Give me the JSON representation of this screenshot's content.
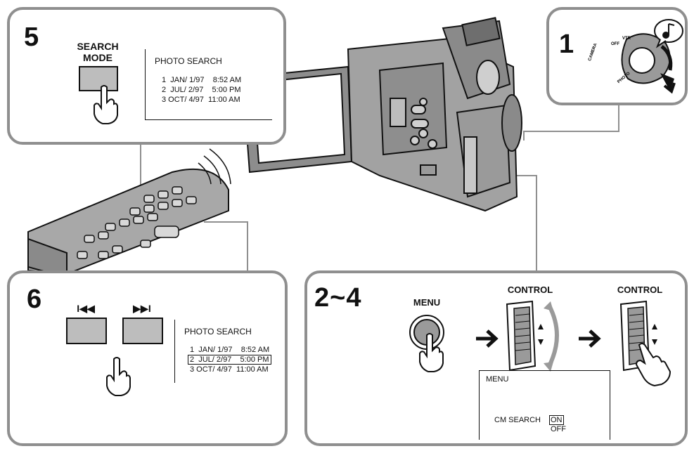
{
  "steps": {
    "s1": "1",
    "s5": "5",
    "s6": "6",
    "s24": "2~4"
  },
  "labels": {
    "search_mode_line1": "SEARCH",
    "search_mode_line2": "MODE",
    "menu": "MENU",
    "control_1": "CONTROL",
    "control_2": "CONTROL",
    "prev_symbol": "I◀◀",
    "next_symbol": "▶▶I"
  },
  "dial_labels": {
    "camera": "CAMERA",
    "off": "OFF",
    "vtr": "VTR",
    "photo": "PHOTO"
  },
  "photo_search_top": {
    "title": "PHOTO SEARCH",
    "rows": [
      "1  JAN/ 1/97    8:52 AM",
      "2  JUL/ 2/97    5:00 PM",
      "3 OCT/ 4/97  11:00 AM"
    ]
  },
  "photo_search_bottom": {
    "title": "PHOTO SEARCH",
    "rows": [
      "1  JAN/ 1/97    8:52 AM",
      "2  JUL/ 2/97    5:00 PM",
      "3 OCT/ 4/97  11:00 AM"
    ],
    "highlighted_row": 1
  },
  "menu_osd": {
    "title": "MENU",
    "item": "CM SEARCH",
    "on": "ON",
    "off": "OFF"
  },
  "colors": {
    "panel_border": "#8f8f8f",
    "button_gray": "#bdbdbd",
    "body_gray": "#9a9a9a",
    "dark_gray": "#6e6e6e"
  }
}
